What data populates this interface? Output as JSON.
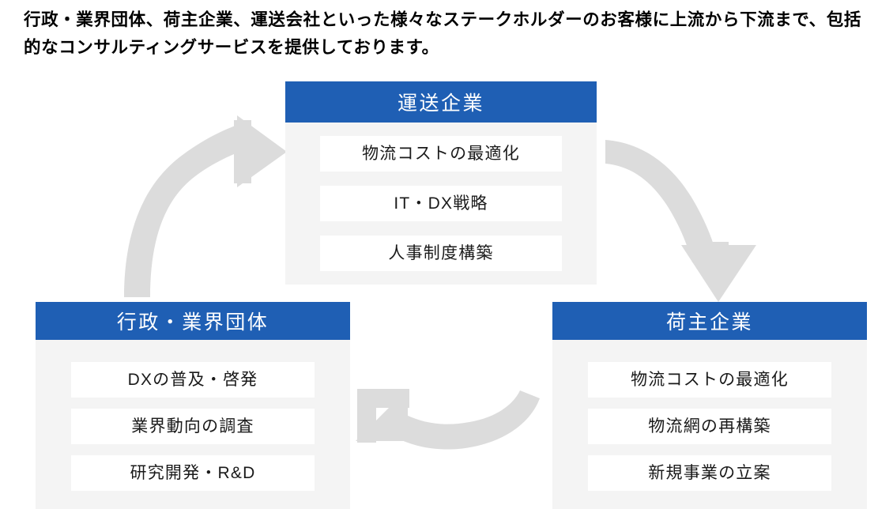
{
  "lead": {
    "text": "行政・業界団体、荷主企業、運送会社といった様々なステークホルダーのお客様に上流から下流まで、包括的なコンサルティングサービスを提供しております。"
  },
  "colors": {
    "header_blue": "#1f5fb4",
    "card_background": "#f4f4f4",
    "item_background": "#ffffff",
    "arrow_gray": "#dcdcdc",
    "text_dark": "#1a1a1a",
    "page_background": "#ffffff"
  },
  "cards": {
    "top": {
      "title": "運送企業",
      "items": [
        "物流コストの最適化",
        "IT・DX戦略",
        "人事制度構築"
      ]
    },
    "bottom_left": {
      "title": "行政・業界団体",
      "items": [
        "DXの普及・啓発",
        "業界動向の調査",
        "研究開発・R&D"
      ]
    },
    "bottom_right": {
      "title": "荷主企業",
      "items": [
        "物流コストの最適化",
        "物流網の再構築",
        "新規事業の立案"
      ]
    }
  },
  "arrows": [
    {
      "name": "arrow-bottom-left-to-top",
      "direction": "up-right"
    },
    {
      "name": "arrow-top-to-bottom-right",
      "direction": "down-right"
    },
    {
      "name": "arrow-bottom-right-to-bottom-left",
      "direction": "left"
    }
  ]
}
